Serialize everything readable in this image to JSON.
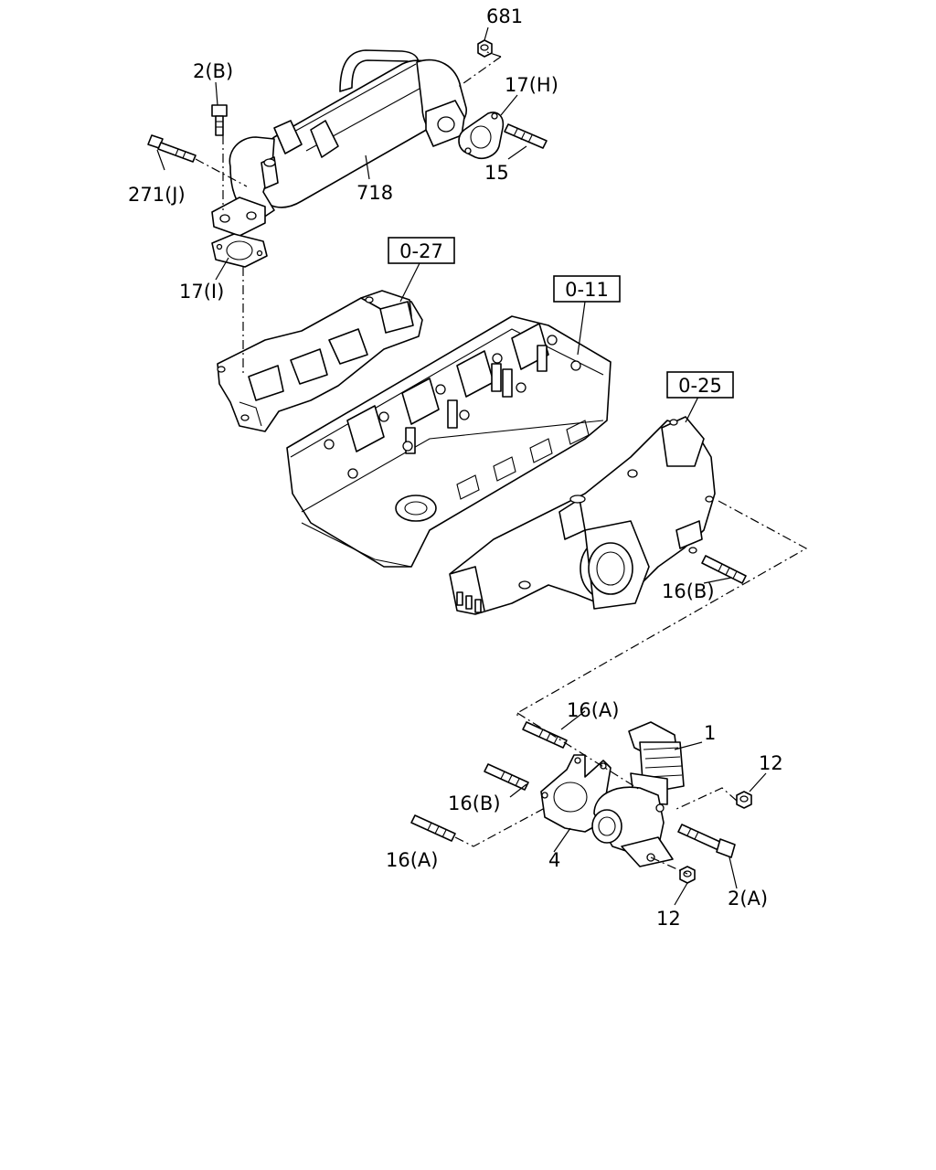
{
  "diagram": {
    "callouts": {
      "c681": "681",
      "c2b": "2(B)",
      "c17h": "17(H)",
      "c271j": "271(J)",
      "c718": "718",
      "c15": "15",
      "c17i": "17(I)",
      "c16b_top": "16(B)",
      "c16a_top": "16(A)",
      "c1": "1",
      "c12_top": "12",
      "c16b_mid": "16(B)",
      "c16a_low": "16(A)",
      "c4": "4",
      "c2a": "2(A)",
      "c12_low": "12"
    },
    "refs": {
      "r027": "0-27",
      "r011": "0-11",
      "r025": "0-25"
    }
  }
}
